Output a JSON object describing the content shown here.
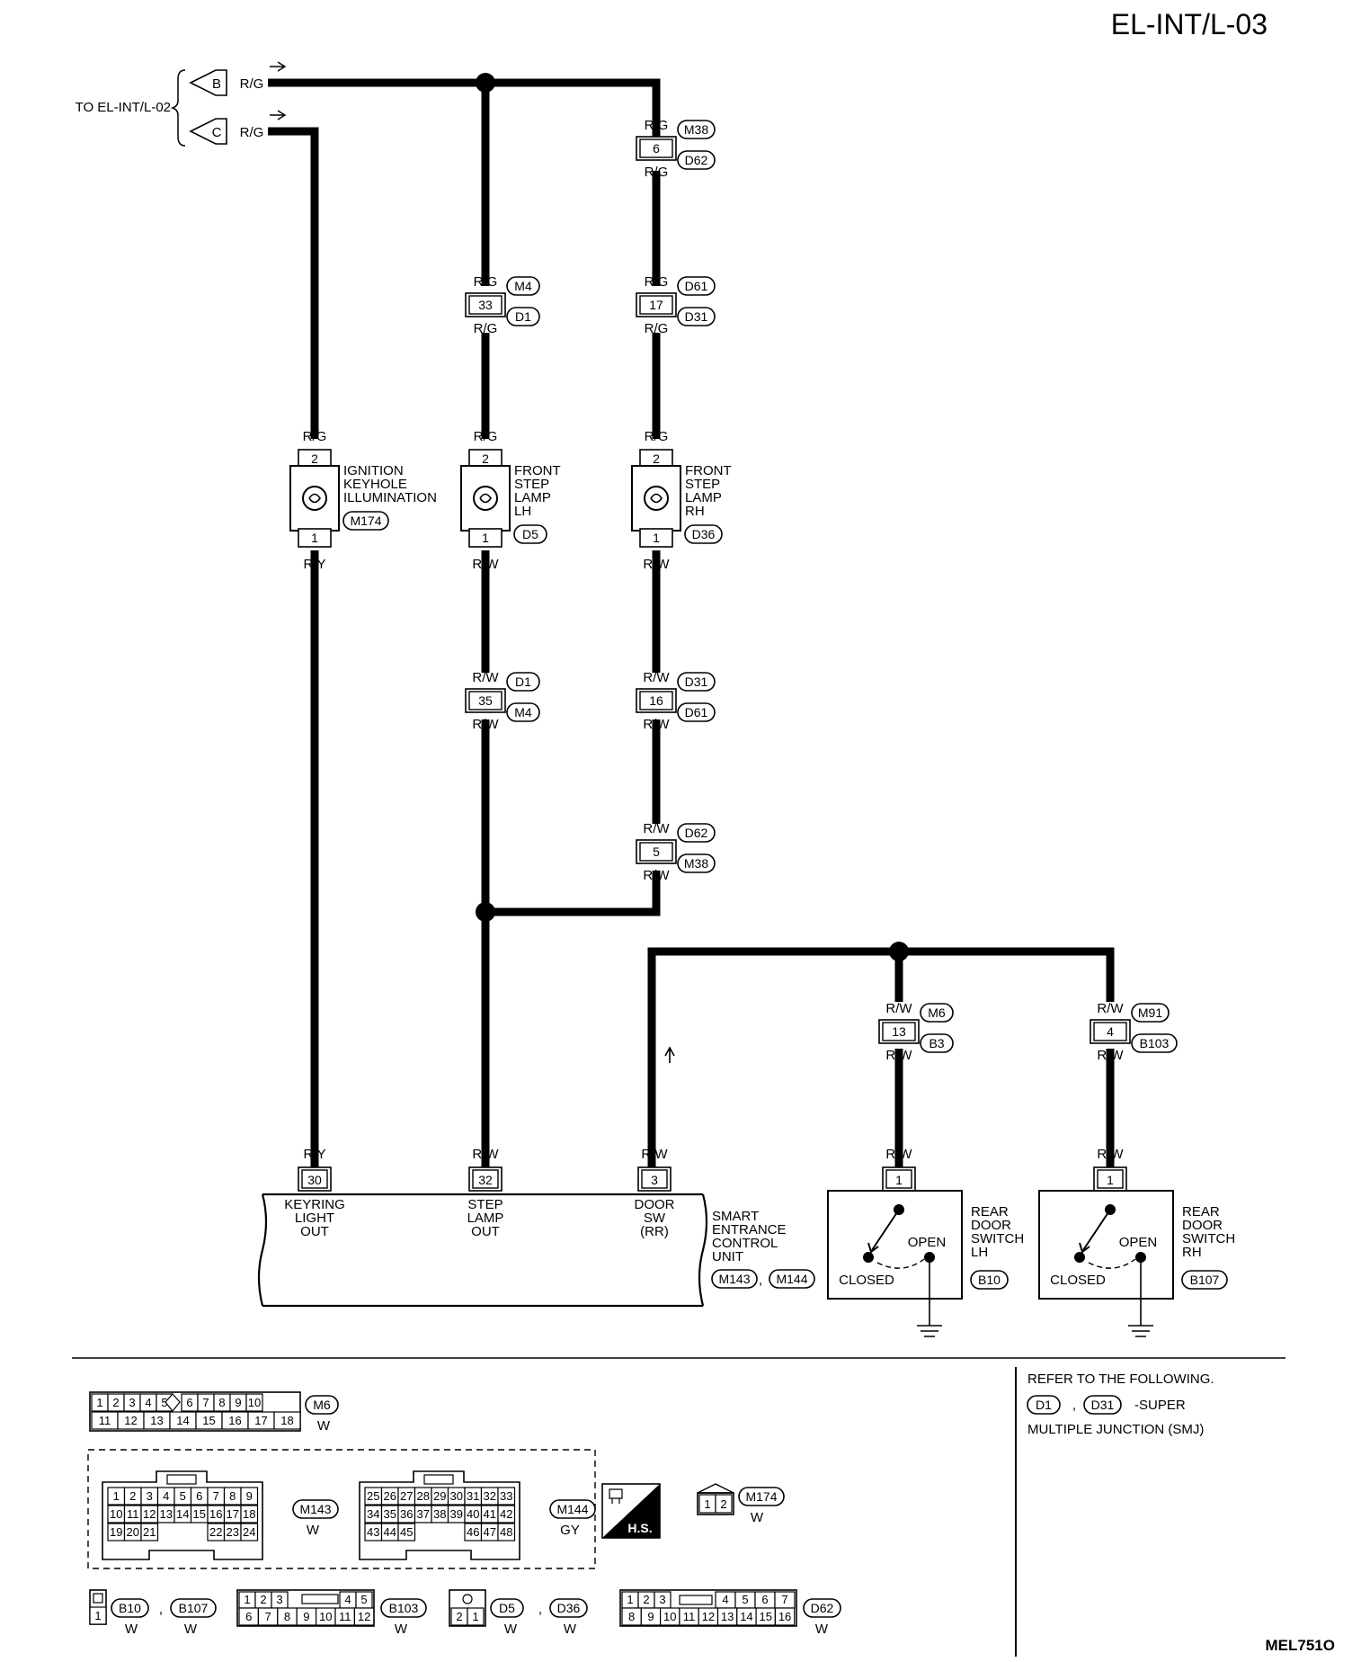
{
  "header": {
    "page_id": "EL-INT/L-03"
  },
  "footer": {
    "code": "MEL751O"
  },
  "to_ref": {
    "label": "TO EL-INT/L-02",
    "b": {
      "letter": "B",
      "wire": "R/G"
    },
    "c": {
      "letter": "C",
      "wire": "R/G"
    }
  },
  "connectors": [
    {
      "id": "c-m38-6",
      "top": "R/G",
      "pin": "6",
      "bottom": "R/G",
      "tag1": "M38",
      "tag2": "D62"
    },
    {
      "id": "c-m4-33",
      "top": "R/G",
      "pin": "33",
      "bottom": "R/G",
      "tag1": "M4",
      "tag2": "D1"
    },
    {
      "id": "c-d61-17",
      "top": "R/G",
      "pin": "17",
      "bottom": "R/G",
      "tag1": "D61",
      "tag2": "D31"
    },
    {
      "id": "c-d1-35",
      "top": "R/W",
      "pin": "35",
      "bottom": "R/W",
      "tag1": "D1",
      "tag2": "M4"
    },
    {
      "id": "c-d31-16",
      "top": "R/W",
      "pin": "16",
      "bottom": "R/W",
      "tag1": "D31",
      "tag2": "D61"
    },
    {
      "id": "c-d62-5",
      "top": "R/W",
      "pin": "5",
      "bottom": "R/W",
      "tag1": "D62",
      "tag2": "M38"
    },
    {
      "id": "c-m6-13",
      "top": "R/W",
      "pin": "13",
      "bottom": "R/W",
      "tag1": "M6",
      "tag2": "B3"
    },
    {
      "id": "c-m91-4",
      "top": "R/W",
      "pin": "4",
      "bottom": "R/W",
      "tag1": "M91",
      "tag2": "B103"
    }
  ],
  "lamps": [
    {
      "id": "lamp-keyhole",
      "top_wire": "R/G",
      "pin_top": "2",
      "pin_bottom": "1",
      "bottom_wire": "R/Y",
      "label": [
        "IGNITION",
        "KEYHOLE",
        "ILLUMINATION"
      ],
      "tag": "M174"
    },
    {
      "id": "lamp-step-lh",
      "top_wire": "R/G",
      "pin_top": "2",
      "pin_bottom": "1",
      "bottom_wire": "R/W",
      "label": [
        "FRONT",
        "STEP",
        "LAMP",
        "LH"
      ],
      "tag": "D5"
    },
    {
      "id": "lamp-step-rh",
      "top_wire": "R/G",
      "pin_top": "2",
      "pin_bottom": "1",
      "bottom_wire": "R/W",
      "label": [
        "FRONT",
        "STEP",
        "LAMP",
        "RH"
      ],
      "tag": "D36"
    }
  ],
  "control_unit": {
    "name": [
      "SMART",
      "ENTRANCE",
      "CONTROL",
      "UNIT"
    ],
    "tags": [
      "M143",
      "M144"
    ],
    "tag_sep": ",",
    "terminals": [
      {
        "wire": "R/Y",
        "pin": "30",
        "label": [
          "KEYRING",
          "LIGHT",
          "OUT"
        ]
      },
      {
        "wire": "R/W",
        "pin": "32",
        "label": [
          "STEP",
          "LAMP",
          "OUT"
        ]
      },
      {
        "wire": "R/W",
        "pin": "3",
        "label": [
          "DOOR",
          "SW",
          "(RR)"
        ]
      }
    ]
  },
  "switches": [
    {
      "id": "sw-lh",
      "wire": "R/W",
      "pin": "1",
      "open": "OPEN",
      "closed": "CLOSED",
      "label": [
        "REAR",
        "DOOR",
        "SWITCH",
        "LH"
      ],
      "tag": "B10"
    },
    {
      "id": "sw-rh",
      "wire": "R/W",
      "pin": "1",
      "open": "OPEN",
      "closed": "CLOSED",
      "label": [
        "REAR",
        "DOOR",
        "SWITCH",
        "RH"
      ],
      "tag": "B107"
    }
  ],
  "refer": {
    "line1": "REFER TO THE FOLLOWING.",
    "tag1": "D1",
    "sep": ",",
    "tag2": "D31",
    "line2": "-SUPER",
    "line3": "MULTIPLE JUNCTION (SMJ)"
  },
  "face_views": {
    "m6": {
      "row1": [
        "1",
        "2",
        "3",
        "4",
        "5",
        "6",
        "7",
        "8",
        "9",
        "10"
      ],
      "row2": [
        "11",
        "12",
        "13",
        "14",
        "15",
        "16",
        "17",
        "18"
      ],
      "tag": "M6",
      "color": "W"
    },
    "m143": {
      "row1": [
        "1",
        "2",
        "3",
        "4",
        "5",
        "6",
        "7",
        "8",
        "9"
      ],
      "row2": [
        "10",
        "11",
        "12",
        "13",
        "14",
        "15",
        "16",
        "17",
        "18"
      ],
      "row3a": [
        "19",
        "20",
        "21"
      ],
      "row3b": [
        "22",
        "23",
        "24"
      ],
      "tag": "M143",
      "color": "W"
    },
    "m144": {
      "row1": [
        "25",
        "26",
        "27",
        "28",
        "29",
        "30",
        "31",
        "32",
        "33"
      ],
      "row2": [
        "34",
        "35",
        "36",
        "37",
        "38",
        "39",
        "40",
        "41",
        "42"
      ],
      "row3a": [
        "43",
        "44",
        "45"
      ],
      "row3b": [
        "46",
        "47",
        "48"
      ],
      "tag": "M144",
      "color": "GY"
    },
    "hs_label": "H.S.",
    "m174": {
      "pins": [
        "1",
        "2"
      ],
      "tag": "M174",
      "color": "W"
    },
    "b10": {
      "pin": "1",
      "tag1": "B10",
      "color1": "W",
      "sep": ",",
      "tag2": "B107",
      "color2": "W"
    },
    "b103": {
      "row1a": [
        "1",
        "2",
        "3"
      ],
      "row1b": [
        "4",
        "5"
      ],
      "row2": [
        "6",
        "7",
        "8",
        "9",
        "10",
        "11",
        "12"
      ],
      "tag": "B103",
      "color": "W"
    },
    "d5": {
      "pins": [
        "2",
        "1"
      ],
      "tag1": "D5",
      "color1": "W",
      "sep": ",",
      "tag2": "D36",
      "color2": "W"
    },
    "d62": {
      "row1a": [
        "1",
        "2",
        "3"
      ],
      "row1b": [
        "4",
        "5",
        "6",
        "7"
      ],
      "row2": [
        "8",
        "9",
        "10",
        "11",
        "12",
        "13",
        "14",
        "15",
        "16"
      ],
      "tag": "D62",
      "color": "W"
    }
  }
}
